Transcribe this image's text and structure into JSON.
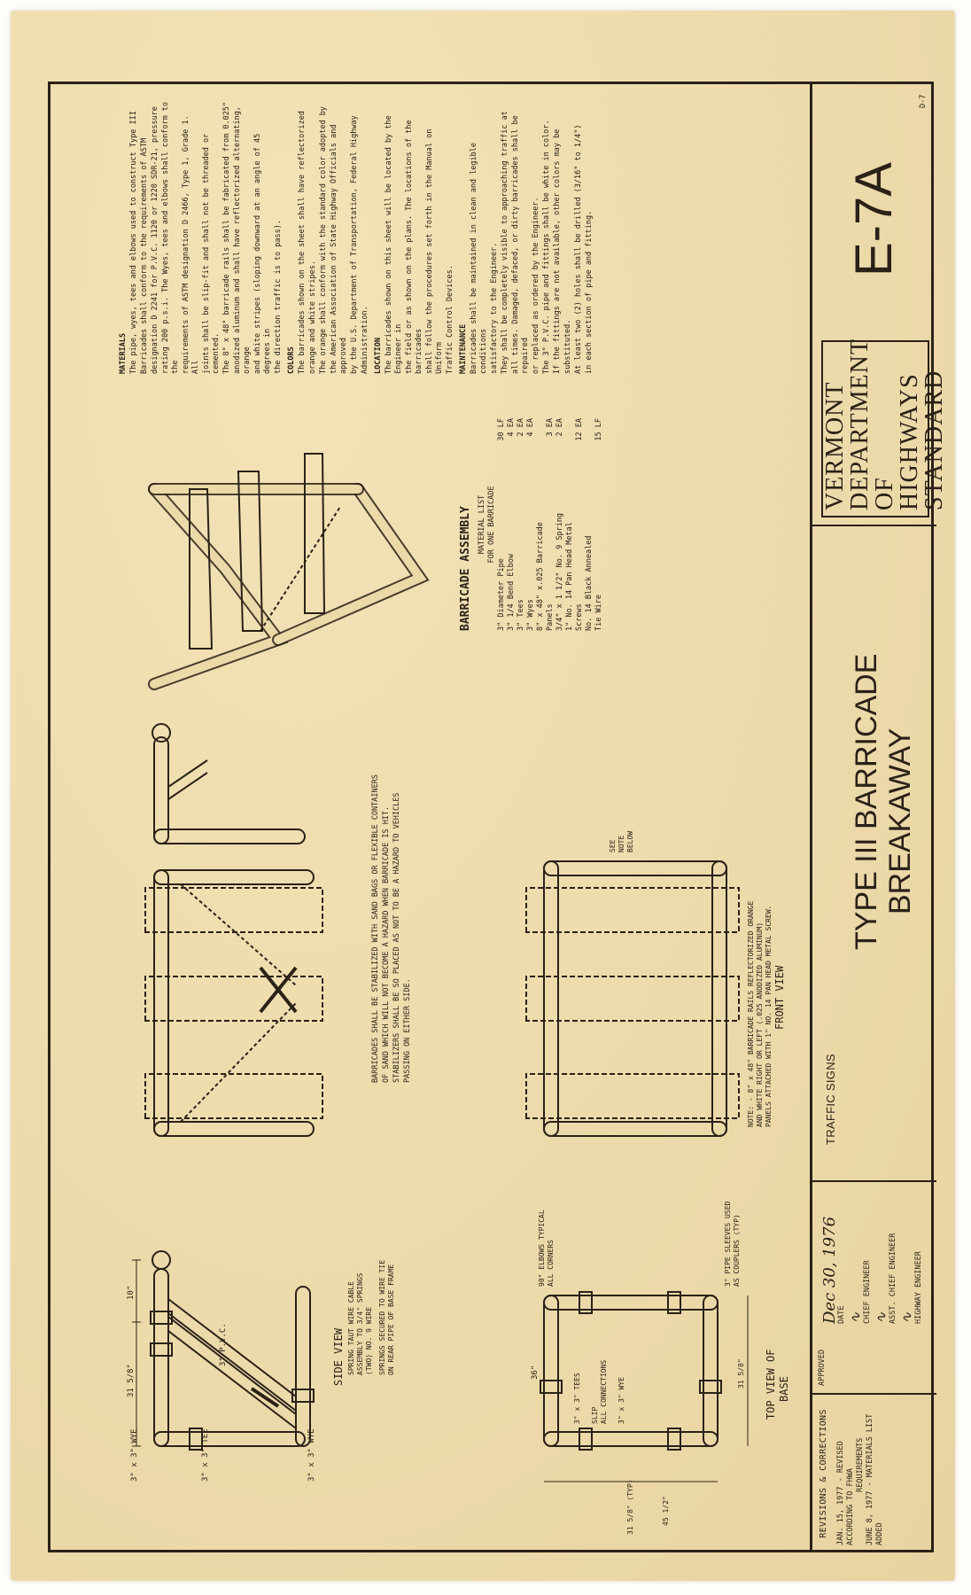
{
  "views": {
    "side_view": "SIDE VIEW",
    "top_view_line1": "TOP VIEW OF",
    "top_view_line2": "BASE",
    "front_view": "FRONT VIEW",
    "assembly": "BARRICADE ASSEMBLY"
  },
  "side_labels": {
    "wye_top": "3\" x 3\" WYE",
    "dim_a": "31 5/8\"",
    "dim_b": "10\"",
    "pvc": "3\" P.V.C.",
    "tee": "3\" x 3\" TEE",
    "wye_bottom": "3\" x 3\" WYE",
    "spring_line1": "SPRING TAUT WIRE CABLE",
    "spring_line2": "ASSEMBLY TO 3/4\" SPRINGS",
    "spring_line3": "(TWO) NO. 9 WIRE",
    "secured_line1": "SPRINGS SECURED TO WIRE TIE",
    "secured_line2": "ON REAR PIPE OF BASE FRAME"
  },
  "top_labels": {
    "width": "36\"",
    "tees": "3\" x 3\" TEES",
    "wye": "3\" x 3\" WYE",
    "slip": "SLIP",
    "all_conn": "ALL CONNECTIONS",
    "dim_a": "31 5/8\" (TYP)",
    "dim_b": "45 1/2\"",
    "dim_c": "31 5/8\"",
    "elbows_line1": "90° ELBOWS TYPICAL",
    "elbows_line2": "ALL CORNERS",
    "sleeves_line1": "3\" PIPE SLEEVES USED",
    "sleeves_line2": "AS COUPLERS (TYP)"
  },
  "front_labels": {
    "note_line1": "NOTE: - 8\" x 48\" BARRICADE RAILS REFLECTORIZED ORANGE",
    "note_line2": "AND WHITE RIGHT OR LEFT (.025 ANODIZED ALUMINUM)",
    "note_line3": "PANELS ATTACHED WITH 1\" NO. 14 PAN HEAD METAL SCREW.",
    "see_note_line1": "SEE",
    "see_note_line2": "NOTE",
    "see_note_line3": "BELOW"
  },
  "stabilize_note": {
    "line1": "BARRICADES SHALL BE STABILIZED WITH SAND BAGS OR FLEXIBLE CONTAINERS",
    "line2": "OF SAND WHICH WILL NOT BECOME A HAZARD WHEN BARRICADE IS HIT.",
    "line3": "STABILIZERS SHALL BE SO PLACED AS NOT TO BE A HAZARD TO VEHICLES",
    "line4": "PASSING ON EITHER SIDE."
  },
  "material_list": {
    "title": "MATERIAL LIST",
    "subtitle": "FOR ONE BARRICADE",
    "items": [
      {
        "desc": "3\" Diameter Pipe",
        "qty": "30 LF"
      },
      {
        "desc": "3\" 1/4 Bend Elbow",
        "qty": "4 EA"
      },
      {
        "desc": "3\" Tees",
        "qty": "2 EA"
      },
      {
        "desc": "3\" Wyes",
        "qty": "4 EA"
      },
      {
        "desc": "8\" x 48\" x.025 Barricade",
        "qty": ""
      },
      {
        "desc": "Panels",
        "qty": "3 EA"
      },
      {
        "desc": "3/4\" x 1 1/2\" No. 9 Spring",
        "qty": "2 EA"
      },
      {
        "desc": "1\" No. 14 Pan Head Metal",
        "qty": ""
      },
      {
        "desc": "Screws",
        "qty": "12 EA"
      },
      {
        "desc": "No. 14 Black Annealed",
        "qty": ""
      },
      {
        "desc": "Tie Wire",
        "qty": "15 LF"
      }
    ]
  },
  "specs": {
    "materials_head": "MATERIALS",
    "materials": [
      "The pipe, wyes, tees and elbows used to construct Type III",
      "Barricades shall conform to the requirements of ASTM",
      "designation D 2241 for P.V.C. 1120 or 1220 SDR-21, pressure",
      "rating 200 p.s.i. The Wyes, tees and elbows shall conform to the",
      "requirements of ASTM designation D 2466, Type 1, Grade 1. All",
      "joints shall be slip-fit and shall not be threaded or cemented.",
      "The 8\" x 48\" barricade rails shall be fabricated from 0.025\"",
      "anodized aluminum and shall have reflectorized alternating, orange",
      "and white stripes (sloping downward at an angle of 45 degrees in",
      "the direction traffic is to pass)."
    ],
    "colors_head": "COLORS",
    "colors": [
      "The barricades shown on the sheet shall have reflectorized",
      "orange and white stripes.",
      "The orange shall conform with the standard color adopted by",
      "the American Association of State Highway Officials and approved",
      "by the U.S. Department of Transportation, Federal Highway",
      "Administration."
    ],
    "location_head": "LOCATION",
    "location": [
      "The barricades shown on this sheet will be located by the Engineer in",
      "the field or as shown on the plans. The locations of the barricades",
      "shall follow the procedures set forth in the Manual on Uniform",
      "Traffic Control Devices."
    ],
    "maintenance_head": "MAINTENANCE",
    "maintenance": [
      "Barricades shall be maintained in clean and legible conditions",
      "satisfactory to the Engineer.",
      "They shall be completely visible to approaching traffic at",
      "all times. Damaged, defaced, or dirty barricades shall be repaired",
      "or replaced as ordered by the Engineer.",
      "The 3\" P.V.C. pipe and fittings shall be white in color.",
      "If the fittings are not available, other colors may be",
      "substituted.",
      "At least two (2) holes shall be drilled (3/16\" to 1/4\")",
      "in each section of pipe and fitting."
    ]
  },
  "title_block": {
    "revisions_head": "REVISIONS & CORRECTIONS",
    "rev_line1": "JAN. 15, 1977 - REVISED ACCORDING TO FHWA",
    "rev_line2": "REQUIREMENTS",
    "rev_line3": "JUNE 8, 1977 - MATERIALS LIST ADDED",
    "approved": "APPROVED",
    "date_label": "DATE",
    "date_value": "Dec 30, 1976",
    "chief_engineer": "CHIEF ENGINEER",
    "asst_chief_engineer": "ASST. CHIEF ENGINEER",
    "highway_engineer": "HIGHWAY ENGINEER",
    "category": "TRAFFIC SIGNS",
    "title_line1": "TYPE III BARRICADE",
    "title_line2": "BREAKAWAY",
    "agency_line1": "VERMONT",
    "agency_line2": "DEPARTMENT",
    "agency_line3": "OF HIGHWAYS",
    "agency_line4": "STANDARD",
    "sheet_number": "E-7A",
    "page_ref": "D-7"
  },
  "colors": {
    "paper": "#ecd9a8",
    "ink": "#2a2118"
  }
}
